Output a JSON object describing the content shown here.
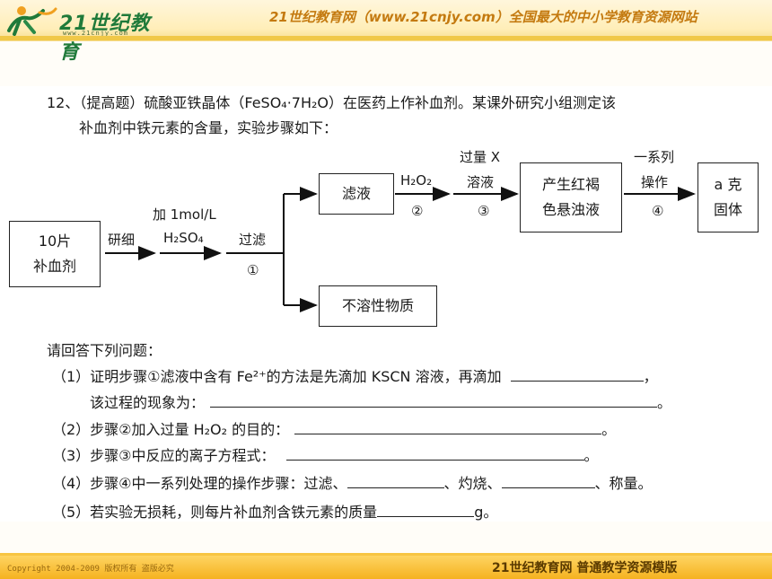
{
  "header": {
    "logo_text": "21世纪教育",
    "logo_sub": "www.21cnjy.com",
    "slogan": "21世纪教育网（www.21cnjy.com）全国最大的中小学教育资源网站"
  },
  "question": {
    "line1": "12、（提高题）硫酸亚铁晶体（FeSO₄·7H₂O）在医药上作补血剂。某课外研究小组测定该",
    "line2": "补血剂中铁元素的含量，实验步骤如下："
  },
  "diagram": {
    "start_line1": "10片",
    "start_line2": "补血剂",
    "grind": "研细",
    "acid_line1": "加 1mol/L",
    "acid_line2": "H₂SO₄",
    "filter": "过滤",
    "step1": "①",
    "filtrate": "滤液",
    "insoluble": "不溶性物质",
    "h2o2": "H₂O₂",
    "step2": "②",
    "excess_x_line1": "过量 X",
    "excess_x_line2": "溶液",
    "step3": "③",
    "suspension_line1": "产生红褐",
    "suspension_line2": "色悬浊液",
    "series_line1": "一系列",
    "series_line2": "操作",
    "step4": "④",
    "solid_line1": "a 克",
    "solid_line2": "固体"
  },
  "answers": {
    "prompt": "请回答下列问题：",
    "q1a": "（1）证明步骤①滤液中含有 Fe²⁺的方法是先滴加 KSCN 溶液，再滴加",
    "q1a_end": "，",
    "q1b": "该过程的现象为：",
    "q1b_end": "。",
    "q2": "（2）步骤②加入过量 H₂O₂ 的目的：",
    "q2_end": "。",
    "q3": "（3）步骤③中反应的离子方程式：",
    "q3_end": "。",
    "q4a": "（4）步骤④中一系列处理的操作步骤：过滤、",
    "q4b": "、灼烧、",
    "q4c": "、称量。",
    "q5": "（5）若实验无损耗，则每片补血剂含铁元素的质量",
    "q5_end": "g。"
  },
  "footer": {
    "copyright": "Copyright 2004-2009 版权所有 盗版必究",
    "right": "21世纪教育网    普通教学资源模版"
  },
  "colors": {
    "header_bg": "#ffeeb8",
    "footer_bg": "#f5b21f",
    "logo_green": "#1f7a3a",
    "slogan_orange": "#c47a10"
  }
}
